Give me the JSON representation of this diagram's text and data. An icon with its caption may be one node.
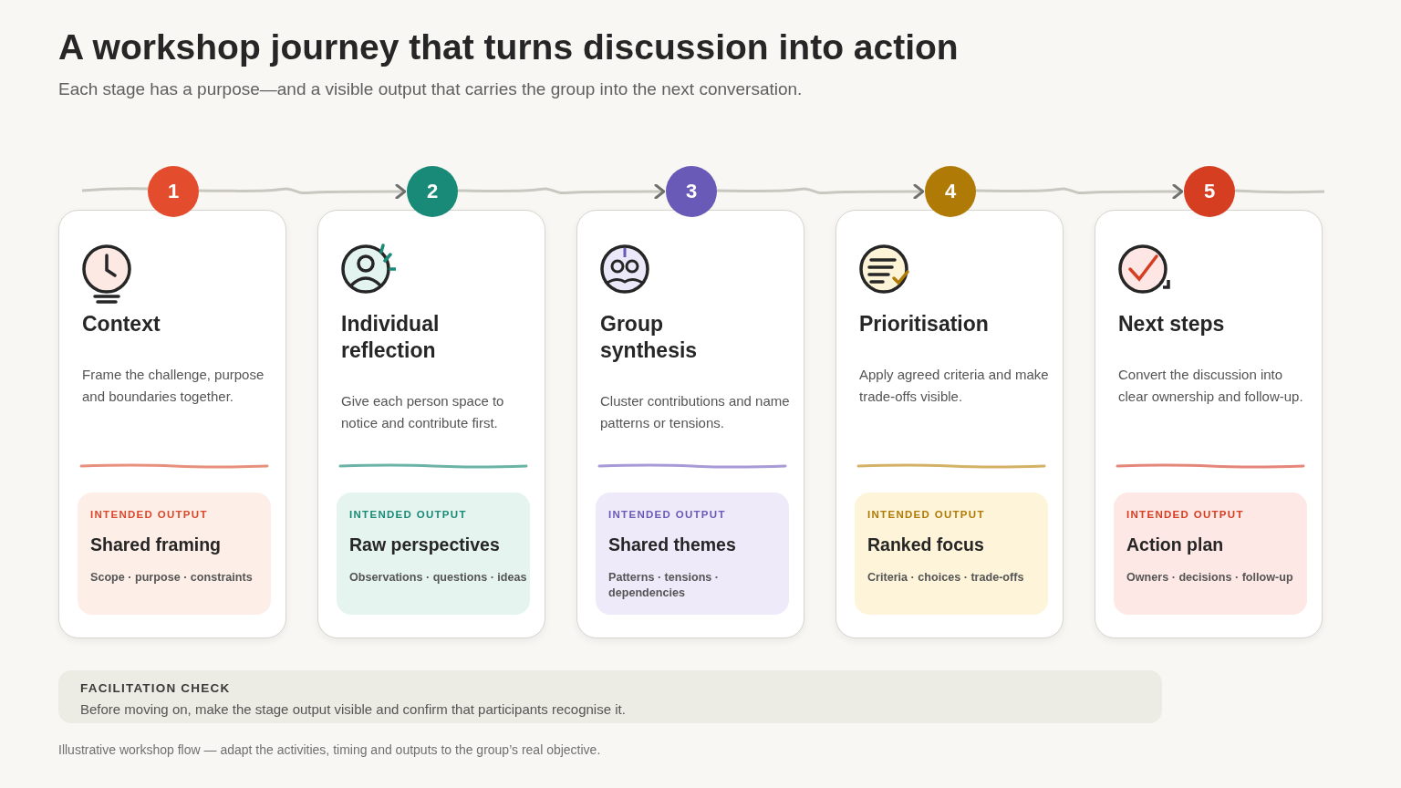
{
  "diagram": {
    "title": "A workshop journey that turns discussion into action",
    "nodes": [
      {
        "text": [
          "1"
        ]
      },
      {
        "text": [
          "Context",
          "Frame the challenge, purpose and boundaries together."
        ]
      },
      {
        "text": [
          "INTENDED OUTPUT",
          "Shared framing",
          "Scope · purpose · constraints"
        ],
        "in": 1
      },
      {
        "text": [
          "2"
        ]
      },
      {
        "text": [
          "Individual reflection",
          "Give each person space to notice and contribute first."
        ]
      },
      {
        "text": [
          "INTENDED OUTPUT",
          "Raw perspectives",
          "Observations · questions · ideas"
        ],
        "in": 4
      },
      {
        "text": [
          "3"
        ]
      },
      {
        "text": [
          "Group synthesis",
          "Cluster contributions and name patterns or tensions."
        ]
      },
      {
        "text": [
          "INTENDED OUTPUT",
          "Shared themes",
          "Patterns · tensions · dependencies"
        ],
        "in": 7
      },
      {
        "text": [
          "4"
        ]
      },
      {
        "text": [
          "Prioritisation",
          "Apply agreed criteria and make trade-offs visible."
        ]
      },
      {
        "text": [
          "INTENDED OUTPUT",
          "Ranked focus",
          "Criteria · choices · trade-offs"
        ],
        "in": 10
      },
      {
        "text": [
          "5"
        ]
      },
      {
        "text": [
          "Next steps",
          "Convert the discussion into clear ownership and follow-up."
        ]
      },
      {
        "text": [
          "INTENDED OUTPUT",
          "Action plan",
          "Owners · decisions · follow-up"
        ],
        "in": 13
      },
      {
        "text": [
          "FACILITATION CHECK",
          "Before moving on, make the stage output visible and confirm that participants recognise it."
        ]
      }
    ],
    "edges": [
      {
        "from": 0,
        "to": 3,
        "arrow": "to"
      },
      {
        "from": 3,
        "to": 6,
        "arrow": "to"
      },
      {
        "from": 6,
        "to": 9,
        "arrow": "to"
      },
      {
        "from": 9,
        "to": 12,
        "arrow": "to"
      }
    ],
    "labels": [
      "Each stage has a purpose—and a visible output that carries the group into the next conversation.",
      "Illustrative workshop flow — adapt the activities, timing and outputs to the group’s real objective."
    ]
  }
}
